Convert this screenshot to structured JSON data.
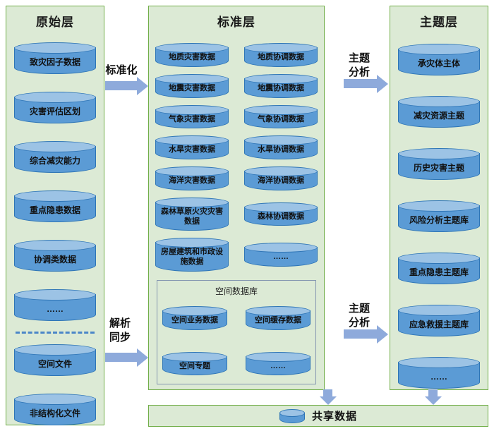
{
  "layers": {
    "raw": {
      "title": "原始层",
      "items": [
        "致灾因子数据",
        "灾害评估区划",
        "综合减灾能力",
        "重点隐患数据",
        "协调类数据",
        "……",
        "空间文件",
        "非结构化文件"
      ]
    },
    "standard": {
      "title": "标准层",
      "left_items": [
        "地质灾害数据",
        "地震灾害数据",
        "气象灾害数据",
        "水旱灾害数据",
        "海洋灾害数据",
        "森林草原火灾灾害数据",
        "房屋建筑和市政设施数据"
      ],
      "right_items": [
        "地质协调数据",
        "地震协调数据",
        "气象协调数据",
        "水旱协调数据",
        "海洋协调数据",
        "森林协调数据",
        "……"
      ],
      "spatial_db": {
        "title": "空间数据库",
        "items": [
          "空间业务数据",
          "空间缓存数据",
          "空间专题",
          "……"
        ]
      }
    },
    "theme": {
      "title": "主题层",
      "items": [
        "承灾体主体",
        "减灾资源主题",
        "历史灾害主题",
        "风险分析主题库",
        "重点隐患主题库",
        "应急救援主题库",
        "……"
      ]
    }
  },
  "arrows": {
    "standardize": "标准化",
    "parse_sync": "解析同步",
    "theme_analysis_top": "主题分析",
    "theme_analysis_bottom": "主题分析"
  },
  "shared_bar": {
    "label": "共享数据"
  },
  "colors": {
    "panel_bg": "#dcead5",
    "panel_border": "#70ad47",
    "cylinder_fill": "#5b9bd5",
    "cylinder_top": "#9cc3e5",
    "cylinder_border": "#2e75b6",
    "arrow_fill": "#8eaadb",
    "dashed_line": "#4a86c8",
    "spatial_box_border": "#8496b0"
  }
}
